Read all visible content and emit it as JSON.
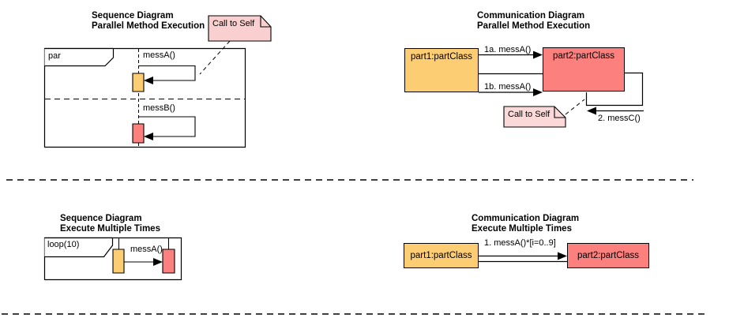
{
  "colors": {
    "activation_orange": "#fdcd74",
    "activation_red": "#fb807e",
    "note_pink": "#f9cfcf",
    "note_pink_light": "#fbd9d9",
    "line_black": "#000000"
  },
  "seq_parallel": {
    "title_line1": "Sequence Diagram",
    "title_line2": "Parallel Method Execution",
    "frame_operator": "par",
    "message_a": "messA()",
    "message_b": "messB()",
    "note": "Call to Self"
  },
  "comm_parallel": {
    "title_line1": "Communication Diagram",
    "title_line2": "Parallel Method Execution",
    "object1": "part1:partClass",
    "object2": "part2:partClass",
    "message_1a": "1a. messA()",
    "message_1b": "1b. messA()",
    "message_2": "2. messC()",
    "note": "Call to Self"
  },
  "seq_loop": {
    "title_line1": "Sequence Diagram",
    "title_line2": "Execute Multiple Times",
    "frame_operator": "loop(10)",
    "message_a": "messA()"
  },
  "comm_loop": {
    "title_line1": "Communication Diagram",
    "title_line2": "Execute Multiple Times",
    "object1": "part1:partClass",
    "object2": "part2:partClass",
    "message_1": "1. messA()*[i=0..9]"
  }
}
